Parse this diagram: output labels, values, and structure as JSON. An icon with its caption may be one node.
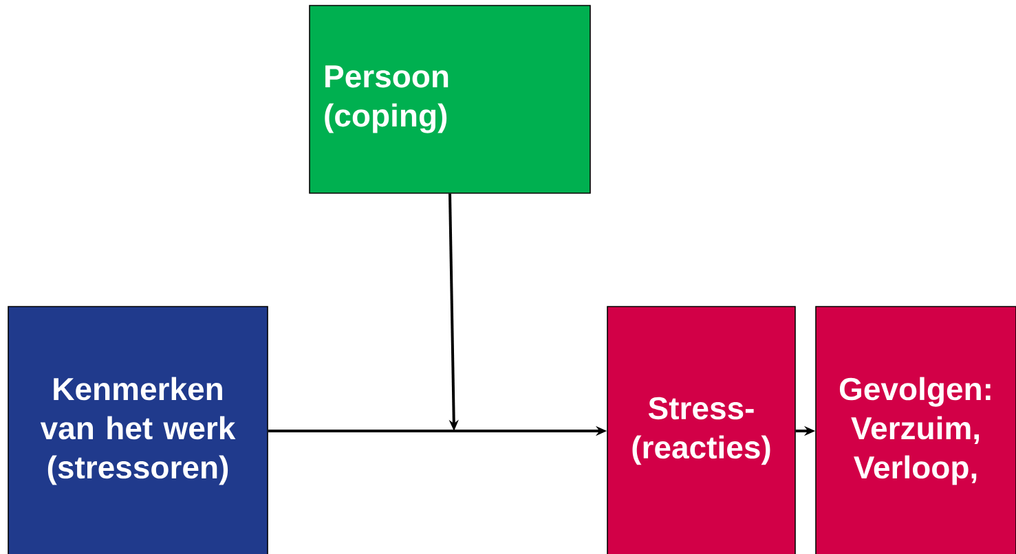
{
  "diagram": {
    "nodes": [
      {
        "text": [
          "Persoon (coping)"
        ]
      },
      {
        "text": [
          "Kenmerken van het werk (stressoren)"
        ]
      },
      {
        "text": [
          "Stress- (reacties)"
        ]
      },
      {
        "text": [
          "Gevolgen: Verzuim, Verloop,"
        ]
      }
    ],
    "edges": [
      {
        "from": 0,
        "to": null,
        "arrow": "to"
      },
      {
        "from": 1,
        "to": 2,
        "arrow": "to"
      },
      {
        "from": 2,
        "to": 3,
        "arrow": "to"
      }
    ]
  }
}
